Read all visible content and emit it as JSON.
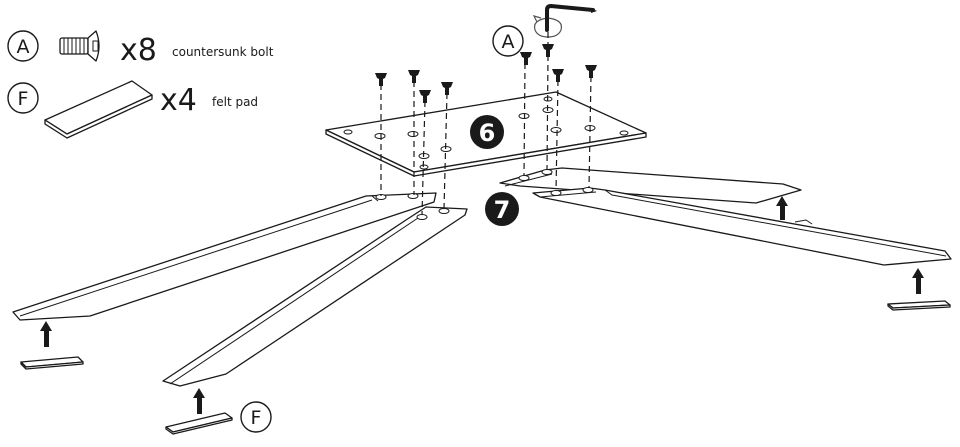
{
  "parts": [
    {
      "letter": "A",
      "name": "countersunk bolt",
      "quantity": "x8"
    },
    {
      "letter": "F",
      "name": "felt pad",
      "quantity": "x4"
    }
  ],
  "steps": [
    {
      "number": "6"
    },
    {
      "number": "7"
    }
  ],
  "callouts": {
    "tool_part_letter": "A",
    "pad_part_letter": "F"
  },
  "colors": {
    "line": "#1a1a1a",
    "background": "#ffffff",
    "step_badge": "#1a1a1a"
  }
}
